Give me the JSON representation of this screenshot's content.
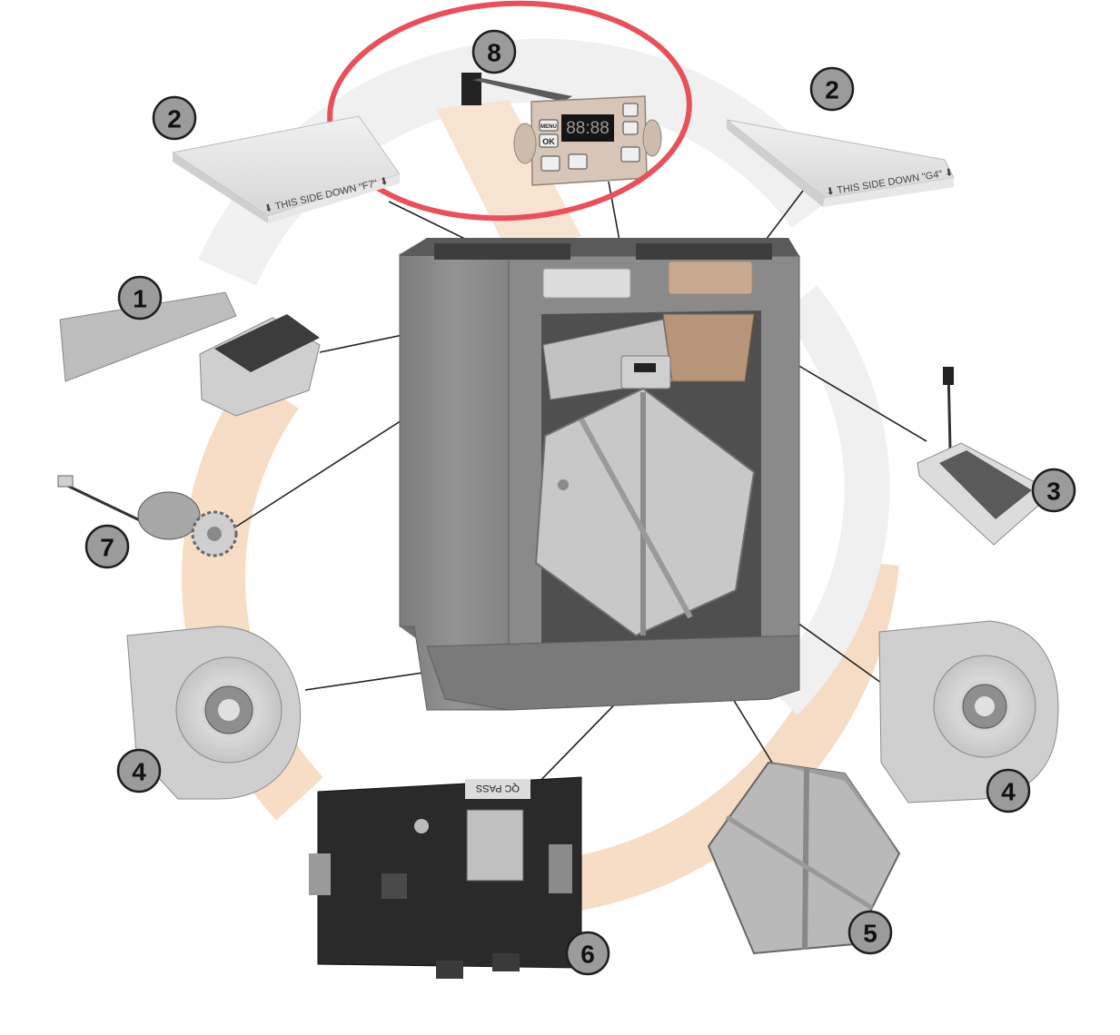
{
  "labels": {
    "filter_f7": "⬇ THIS SIDE DOWN \"F7\" ⬇",
    "filter_g4": "⬇ THIS SIDE DOWN \"G4\" ⬇",
    "panel_menu": "MENU",
    "panel_ok": "OK",
    "panel_display": "88:88",
    "board_qc": "QC PASS"
  },
  "callouts": [
    {
      "id": "controller",
      "number": "8"
    },
    {
      "id": "filter-left",
      "number": "2"
    },
    {
      "id": "filter-right",
      "number": "2"
    },
    {
      "id": "bypass-damper",
      "number": "1"
    },
    {
      "id": "preheater",
      "number": "3"
    },
    {
      "id": "damper-motor",
      "number": "7"
    },
    {
      "id": "fan-left",
      "number": "4"
    },
    {
      "id": "fan-right",
      "number": "4"
    },
    {
      "id": "heat-exchanger",
      "number": "5"
    },
    {
      "id": "control-board",
      "number": "6"
    }
  ],
  "colors": {
    "highlight_ellipse": "#e8505c",
    "badge_fill": "#9b9b9b",
    "watermark_orange": "#f6d2b4",
    "watermark_gray": "#ececec",
    "housing": "#8e8e8e"
  }
}
